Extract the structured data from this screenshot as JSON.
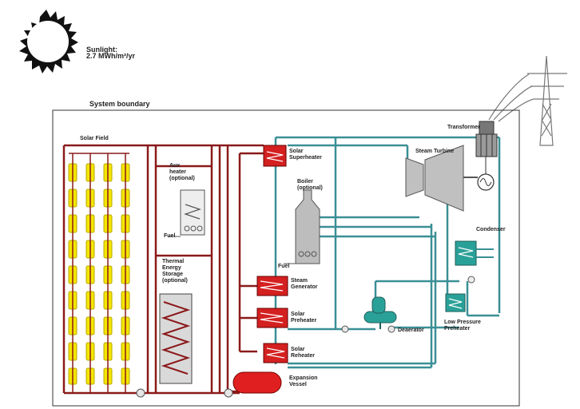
{
  "sun": {
    "label": "Sunlight:\n2.7 MWh/m²/yr"
  },
  "boundary": {
    "label": "System boundary"
  },
  "labels": {
    "solar_field": "Solar Field",
    "aux_heater": "Aux\nheater\n(optional)",
    "fuel": "Fuel",
    "thermal_storage": "Thermal\nEnergy\nStorage\n(optional)",
    "solar_superheater": "Solar\nSuperheater",
    "boiler": "Boiler\n(optional)",
    "fuel_boiler": "Fuel",
    "steam_generator": "Steam\nGenerator",
    "solar_preheater": "Solar\nPreheater",
    "solar_reheater": "Solar\nReheater",
    "expansion_vessel": "Expansion\nVessel",
    "steam_turbine": "Steam Turbine",
    "transformer": "Transformer",
    "condenser": "Condenser",
    "deaerator": "Deaerator",
    "low_pressure_preheater": "Low Pressure\nPreheater"
  },
  "colors": {
    "heat_loop": "#8b1a1a",
    "water_loop": "#3a8f96",
    "heat_exchanger": "#d42020",
    "collector": "#f4e600",
    "turbine": "#c0c0c0",
    "condenser": "#2aa198"
  }
}
